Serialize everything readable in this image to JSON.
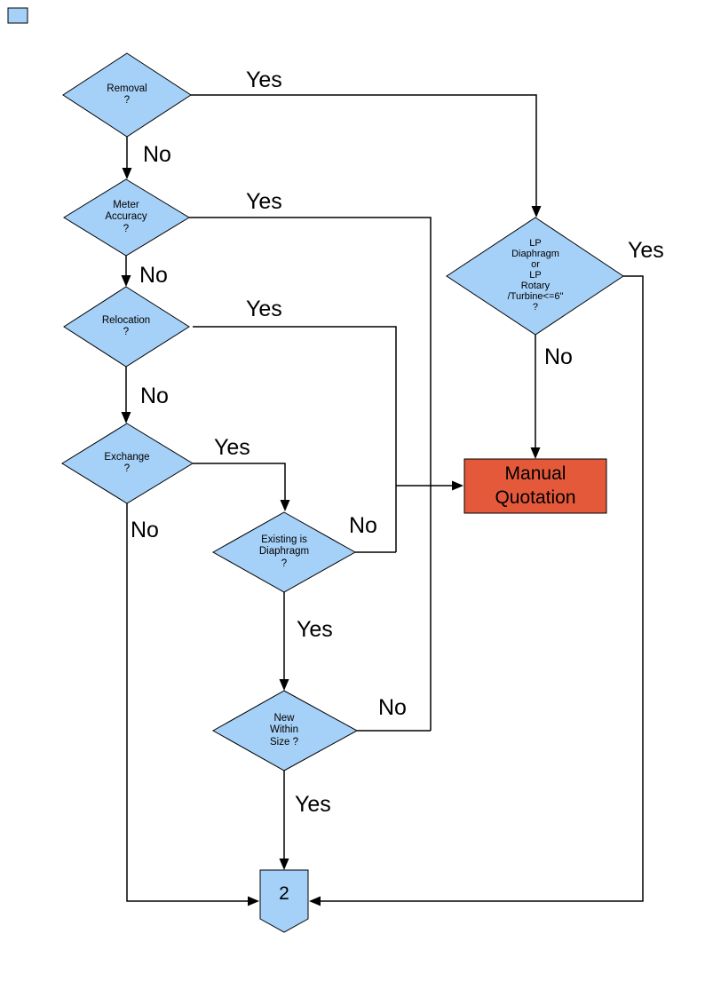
{
  "flowchart": {
    "nodes": {
      "removal": {
        "type": "decision",
        "label": "Removal\n?"
      },
      "meter_accuracy": {
        "type": "decision",
        "label": "Meter\nAccuracy\n?"
      },
      "relocation": {
        "type": "decision",
        "label": "Relocation\n?"
      },
      "exchange": {
        "type": "decision",
        "label": "Exchange\n?"
      },
      "existing_diaphragm": {
        "type": "decision",
        "label": "Existing is\nDiaphragm\n?"
      },
      "new_within_size": {
        "type": "decision",
        "label": "New\nWithin\nSize ?"
      },
      "lp_meter": {
        "type": "decision",
        "label": "LP\nDiaphragm\nor\nLP\nRotary\n/Turbine<=6\"\n?"
      },
      "manual_quotation": {
        "type": "process",
        "label": "Manual\nQuotation"
      },
      "connector_2": {
        "type": "off-page-connector",
        "label": "2"
      }
    },
    "edge_labels": {
      "removal_yes": "Yes",
      "removal_no": "No",
      "meter_accuracy_yes": "Yes",
      "meter_accuracy_no": "No",
      "relocation_yes": "Yes",
      "relocation_no": "No",
      "exchange_yes": "Yes",
      "exchange_no": "No",
      "existing_diaphragm_yes": "Yes",
      "existing_diaphragm_no": "No",
      "new_within_size_yes": "Yes",
      "new_within_size_no": "No",
      "lp_meter_yes": "Yes",
      "lp_meter_no": "No"
    },
    "colors": {
      "decision_fill": "#A5D0F7",
      "process_fill": "#E5593B",
      "connector_fill": "#A5D0F7",
      "line": "#000000",
      "text": "#000000"
    }
  }
}
